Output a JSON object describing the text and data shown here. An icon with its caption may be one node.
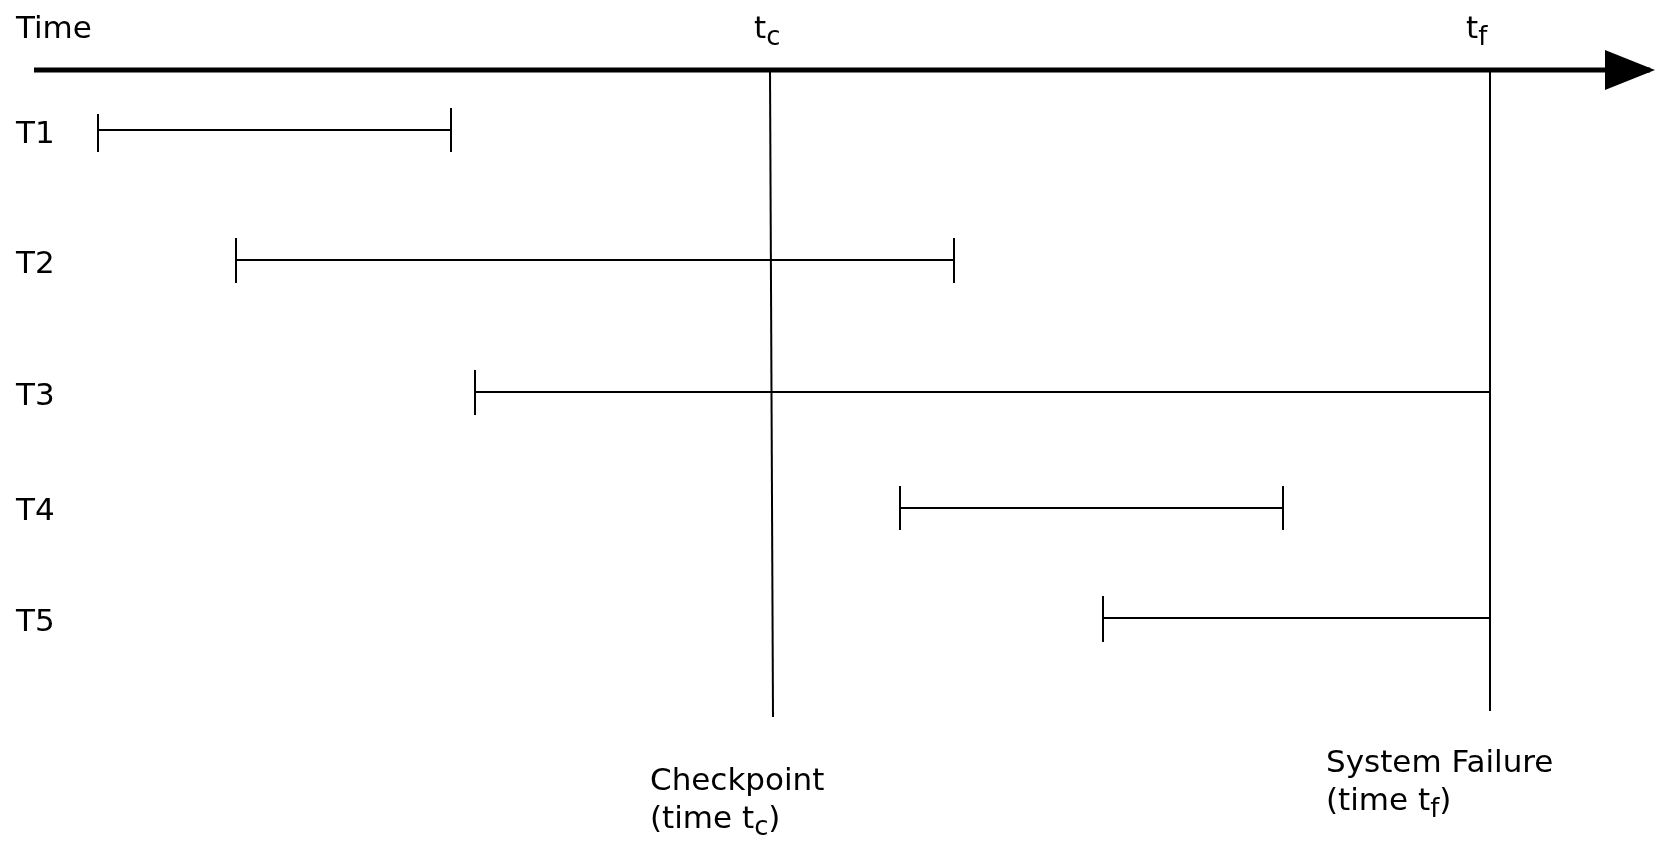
{
  "diagram": {
    "labels": [
      "Time",
      "t$_{c}$",
      "t$_{f}$",
      "T1",
      "T2",
      "T3",
      "T4",
      "T5",
      "Checkpoint (time t$_{c}$)",
      "System Failure (time t$_{f}$)"
    ]
  }
}
